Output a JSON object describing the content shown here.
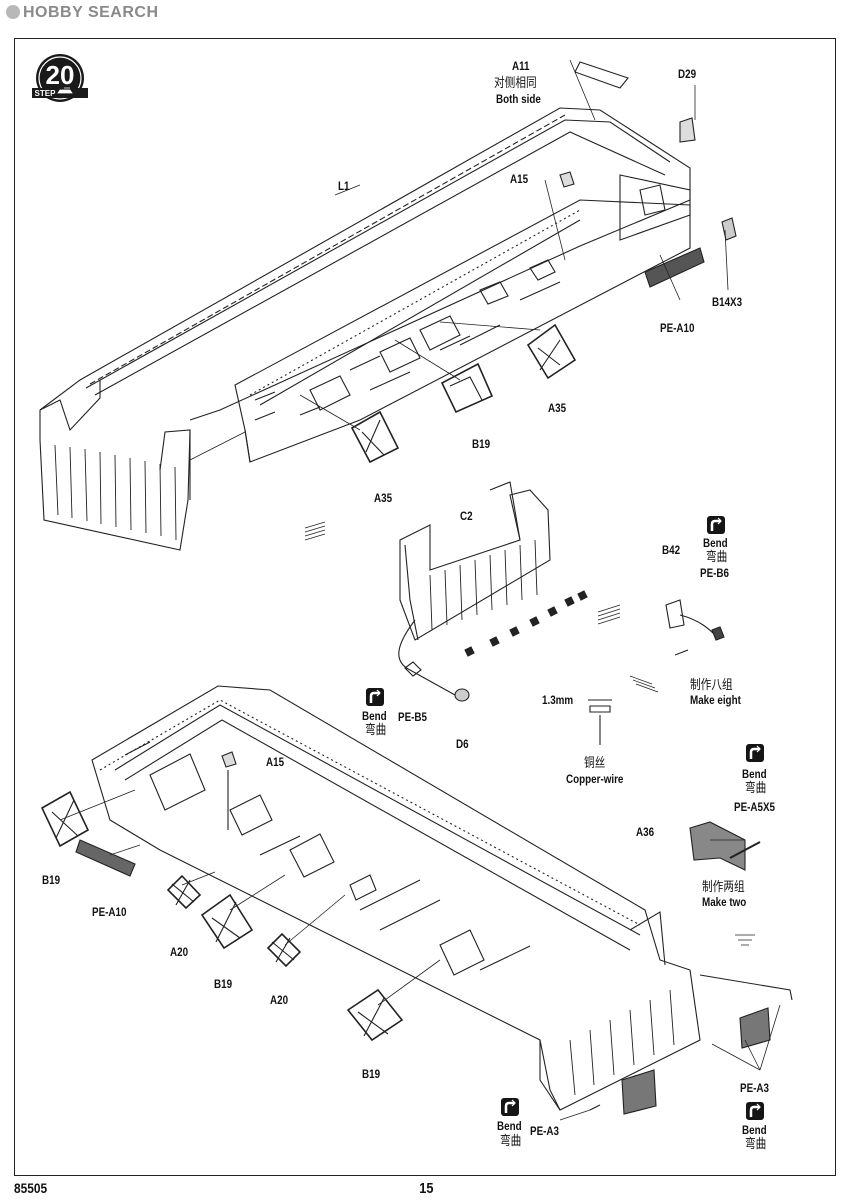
{
  "header": {
    "brand": "HOBBY SEARCH"
  },
  "step": {
    "number": "20",
    "word": "STEP"
  },
  "footer": {
    "page_number": "15",
    "product_code": "85505"
  },
  "labels": {
    "l1": "L1",
    "a11": "A11",
    "a11_cn": "对侧相同",
    "a11_en": "Both side",
    "d29": "D29",
    "a15_top": "A15",
    "b14x3": "B14X3",
    "pe_a10_top": "PE-A10",
    "a35_right": "A35",
    "b19_top": "B19",
    "a35_left": "A35",
    "c2": "C2",
    "bend_cn": "弯曲",
    "bend_en": "Bend",
    "b42": "B42",
    "pe_b6": "PE-B6",
    "make_eight_cn": "制作八组",
    "make_eight_en": "Make eight",
    "wire_size": "1.3mm",
    "copper_cn": "铜丝",
    "copper_en": "Copper-wire",
    "pe_b5": "PE-B5",
    "d6": "D6",
    "a15_bottom": "A15",
    "pe_a5x5": "PE-A5X5",
    "a36": "A36",
    "make_two_cn": "制作两组",
    "make_two_en": "Make two",
    "b19_left": "B19",
    "pe_a10_bottom": "PE-A10",
    "a20_left": "A20",
    "b19_mid": "B19",
    "a20_mid": "A20",
    "b19_bottom": "B19",
    "pe_a3_right": "PE-A3",
    "pe_a3_bottom": "PE-A3"
  }
}
